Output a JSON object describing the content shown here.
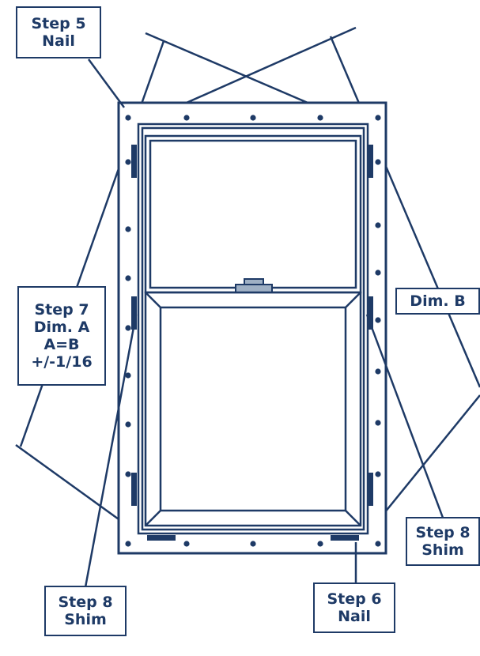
{
  "colors": {
    "line": "#1e3a66",
    "frame_fill": "#ffffff",
    "lock": "#9fb0c4",
    "background": "#ffffff"
  },
  "callouts": {
    "step5": {
      "line1": "Step 5",
      "line2": "Nail"
    },
    "step7": {
      "line1": "Step 7",
      "line2": "Dim. A",
      "line3": "A=B",
      "line4": "+/-1/16"
    },
    "dim_b": {
      "line1": "Dim. B"
    },
    "step8_right": {
      "line1": "Step 8",
      "line2": "Shim"
    },
    "step6": {
      "line1": "Step 6",
      "line2": "Nail"
    },
    "step8_left": {
      "line1": "Step 8",
      "line2": "Shim"
    }
  }
}
